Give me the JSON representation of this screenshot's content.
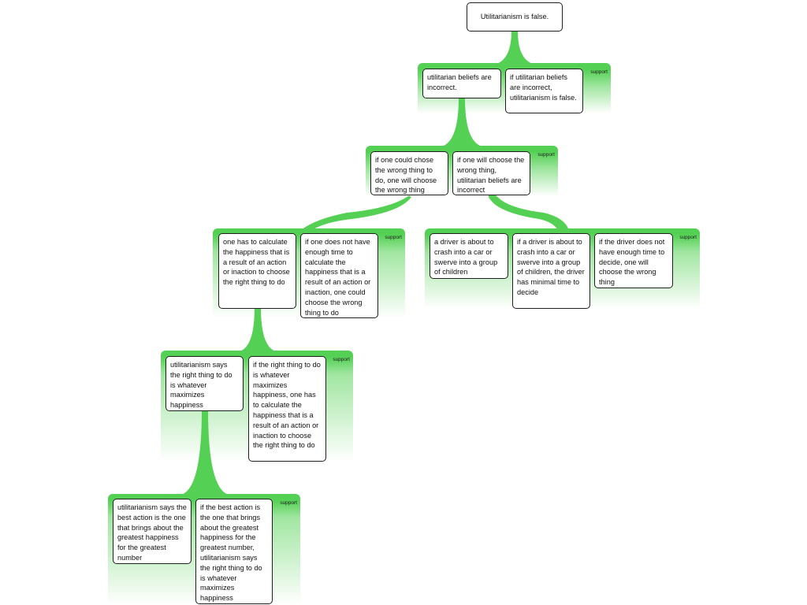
{
  "root": {
    "text": "Utilitarianism is false."
  },
  "groups": [
    {
      "label": "support",
      "claims": [
        "utilitarian beliefs are incorrect.",
        "if utilitarian beliefs are incorrect, utilitarianism is false."
      ]
    },
    {
      "label": "support",
      "claims": [
        "if one could chose the wrong thing to do, one will choose the wrong thing",
        "if one will choose the wrong thing, utilitarian beliefs are incorrect"
      ]
    },
    {
      "label": "support",
      "claims": [
        "one has to calculate the happiness that is a result of an action or inaction to choose the right thing to do",
        "if one does not have enough time to calculate the happiness that is a result of an action or inaction, one could choose the wrong thing to do"
      ]
    },
    {
      "label": "support",
      "claims": [
        "a driver is about to crash into a car or swerve into a group of children",
        "if a driver is about to crash into a car or swerve into a group of children, the driver has minimal time to decide",
        "if the driver does not have enough time to decide, one will choose the wrong thing"
      ]
    },
    {
      "label": "support",
      "claims": [
        "utilitarianism says the right thing to do is whatever maximizes happiness",
        "if the right thing to do is whatever maximizes happiness, one has to calculate the happiness that is a result of an action or inaction to choose the right thing to do"
      ]
    },
    {
      "label": "support",
      "claims": [
        "utilitarianism says the best action is the one that brings about the greatest happiness for the greatest number",
        "if the best action is the one that brings about the greatest happiness for the greatest number, utilitarianism says the right thing to do is whatever maximizes happiness"
      ]
    }
  ],
  "colors": {
    "group_fill": "#54d154",
    "connector": "#54d154",
    "card_border": "#1e1e1e",
    "card_background": "#ffffff"
  }
}
